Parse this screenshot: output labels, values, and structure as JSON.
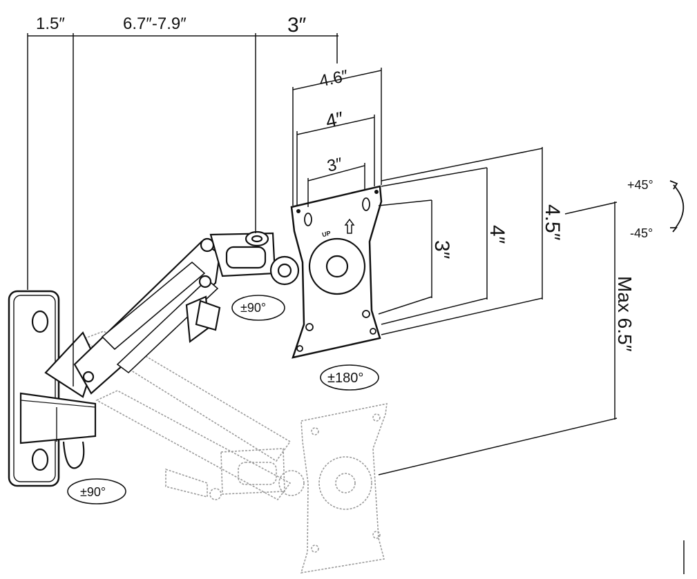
{
  "dimensions": {
    "wall_depth": "1.5″",
    "arm_reach": "6.7″-7.9″",
    "head_offset": "3″",
    "vesa_outer_width": "4.6″",
    "vesa_100_width": "4″",
    "vesa_75_width": "3″",
    "vesa_75_height": "3″",
    "vesa_100_height": "4″",
    "vesa_outer_height": "4.5″",
    "max_drop": "Max 6.5″"
  },
  "rotations": {
    "tilt_up": "+45°",
    "tilt_down": "-45°",
    "swivel_head": "±90°",
    "rotate_plate": "±180°",
    "swivel_wall": "±90°"
  },
  "plate_marking": "UP",
  "colors": {
    "line": "#111111",
    "ghost": "#9a9a9a",
    "background": "#ffffff"
  }
}
